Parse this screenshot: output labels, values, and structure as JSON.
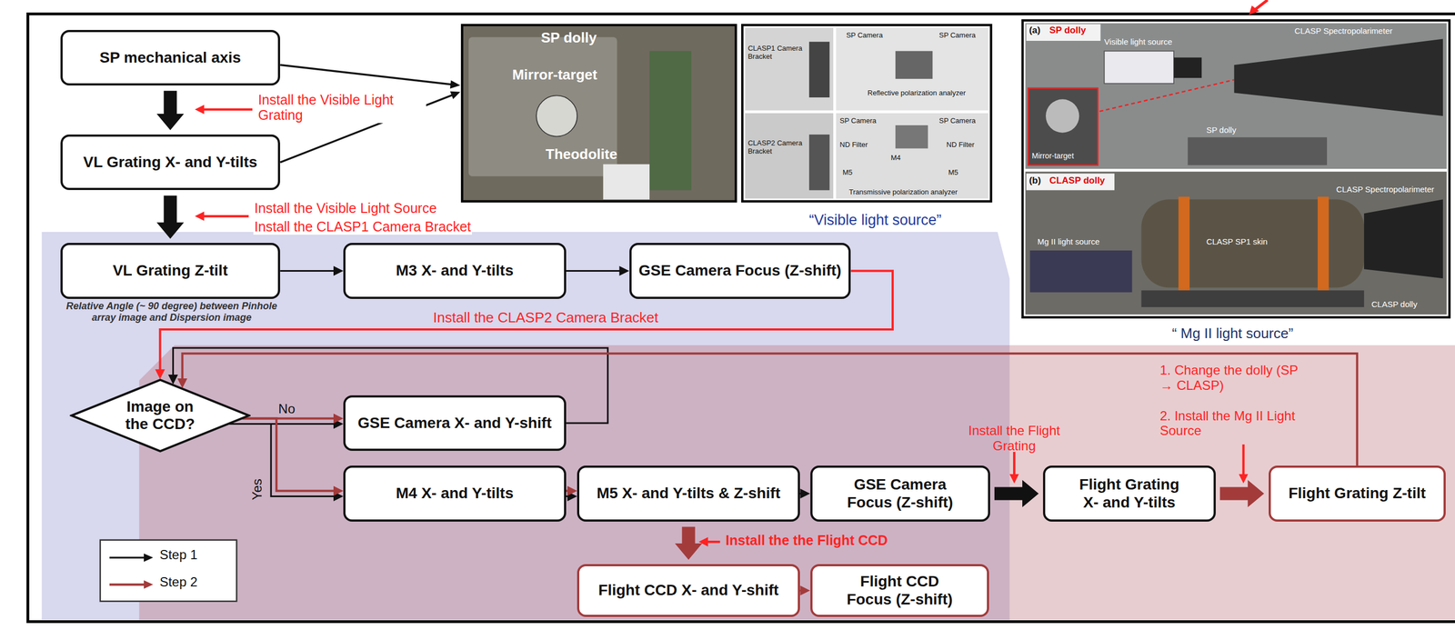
{
  "diagram": {
    "nodes": [
      {
        "text": [
          "SP mechanical axis"
        ]
      },
      {
        "text": [
          "VL Grating X- and Y-tilts"
        ]
      },
      {
        "text": [
          "VL Grating Z-tilt"
        ]
      },
      {
        "text": [
          "M3 X- and Y-tilts"
        ]
      },
      {
        "text": [
          "GSE Camera Focus (Z-shift)"
        ]
      },
      {
        "text": [
          "Image on the CCD?"
        ]
      },
      {
        "text": [
          "GSE Camera X- and Y-shift"
        ]
      },
      {
        "text": [
          "M4 X- and Y-tilts"
        ]
      },
      {
        "text": [
          "M5 X- and Y-tilts & Z-shift"
        ]
      },
      {
        "text": [
          "GSE Camera Focus (Z-shift)"
        ]
      },
      {
        "text": [
          "Flight Grating X- and Y-tilts"
        ]
      },
      {
        "text": [
          "Flight Grating Z-tilt"
        ]
      },
      {
        "text": [
          "Flight CCD X- and Y-shift"
        ]
      },
      {
        "text": [
          "Flight CCD Focus (Z-shift)"
        ]
      }
    ],
    "edges": [
      {
        "from": 0,
        "to": 1,
        "arrow": "to"
      },
      {
        "from": 1,
        "to": 2,
        "arrow": "to"
      },
      {
        "from": 2,
        "to": 3,
        "arrow": "to"
      },
      {
        "from": 3,
        "to": 4,
        "arrow": "to"
      },
      {
        "from": 4,
        "to": 5,
        "arrow": "to",
        "label": "Install the CLASP2 Camera Bracket"
      },
      {
        "from": 5,
        "to": 6,
        "arrow": "to",
        "label": "No"
      },
      {
        "from": 5,
        "to": 7,
        "arrow": "to",
        "label": "Yes"
      },
      {
        "from": 6,
        "to": 5,
        "arrow": "to"
      },
      {
        "from": 7,
        "to": 8,
        "arrow": "to"
      },
      {
        "from": 8,
        "to": 9,
        "arrow": "to"
      },
      {
        "from": 9,
        "to": 10,
        "arrow": "to"
      },
      {
        "from": 10,
        "to": 11,
        "arrow": "to"
      },
      {
        "from": 11,
        "to": 5,
        "arrow": "to"
      },
      {
        "from": 8,
        "to": 12,
        "arrow": "to"
      },
      {
        "from": 12,
        "to": 13,
        "arrow": "to"
      }
    ],
    "labels": [
      "Install the Visible Light Grating",
      "Install the Visible Light Source",
      "Install the CLASP1 Camera Bracket",
      "Relative Angle (~ 90 degree) between Pinhole array image and Dispersion image",
      "“Visible light source”",
      "“ Mg II light source”",
      "Install the Flight Grating",
      "1. Change the dolly (SP → CLASP)",
      "2. Install the Mg II Light Source",
      "Install the the Flight CCD",
      "SP dolly",
      "Mirror-target",
      "Theodolite",
      "CLASP1 Camera Bracket",
      "CLASP2 Camera Bracket",
      "SP Camera",
      "SP Camera",
      "Reflective polarization analyzer",
      "SP Camera",
      "SP Camera",
      "ND Filter",
      "M5",
      "M4",
      "ND Filter",
      "M5",
      "Transmissive polarization analyzer",
      "(a)",
      "SP dolly",
      "Visible light source",
      "CLASP Spectropolarimeter",
      "Mirror-target",
      "SP dolly",
      "(b)",
      "CLASP dolly",
      "CLASP Spectropolarimeter",
      "Mg II light source",
      "CLASP SP1 skin",
      "CLASP dolly"
    ],
    "legend": [
      {
        "text": "Step 1"
      },
      {
        "text": "Step 2"
      }
    ]
  }
}
